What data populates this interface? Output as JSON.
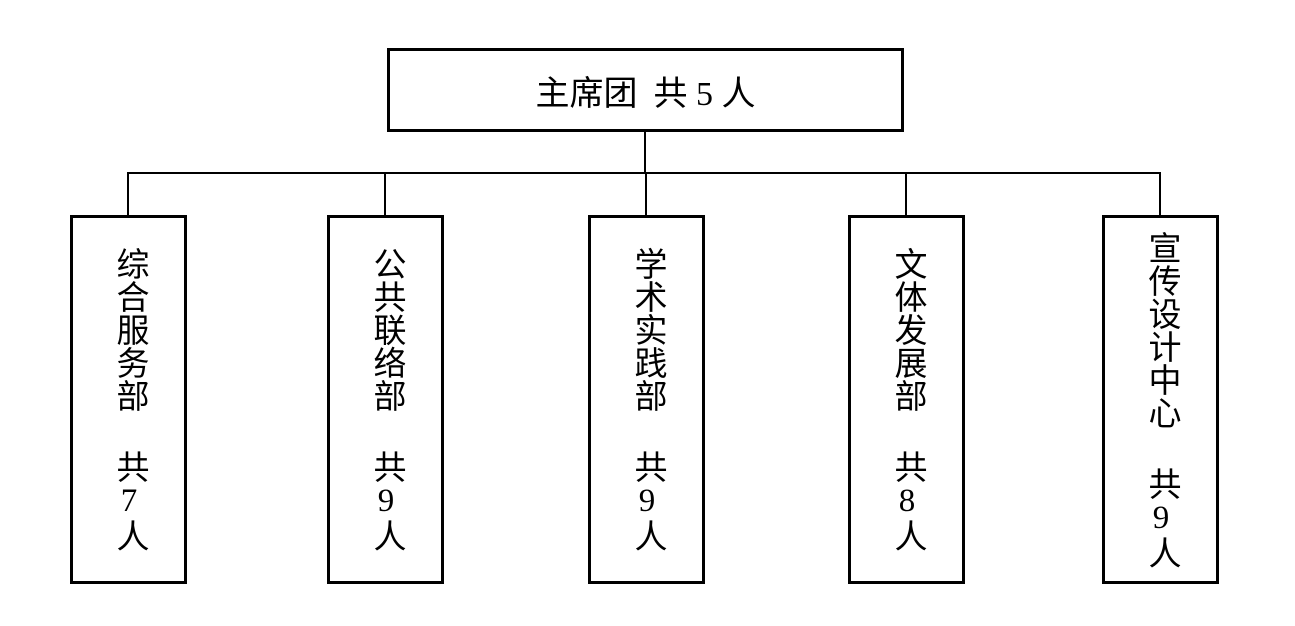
{
  "page": {
    "background_color": "#ffffff",
    "line_color": "#000000"
  },
  "org_chart": {
    "root": {
      "name": "主席团",
      "total": "共 5 人"
    },
    "departments": [
      {
        "name": "综合服务部",
        "total": "共7人"
      },
      {
        "name": "公共联络部",
        "total": "共9人"
      },
      {
        "name": "学术实践部",
        "total": "共9人"
      },
      {
        "name": "文体发展部",
        "total": "共8人"
      },
      {
        "name": "宣传设计中心",
        "total": "共9人"
      }
    ]
  }
}
